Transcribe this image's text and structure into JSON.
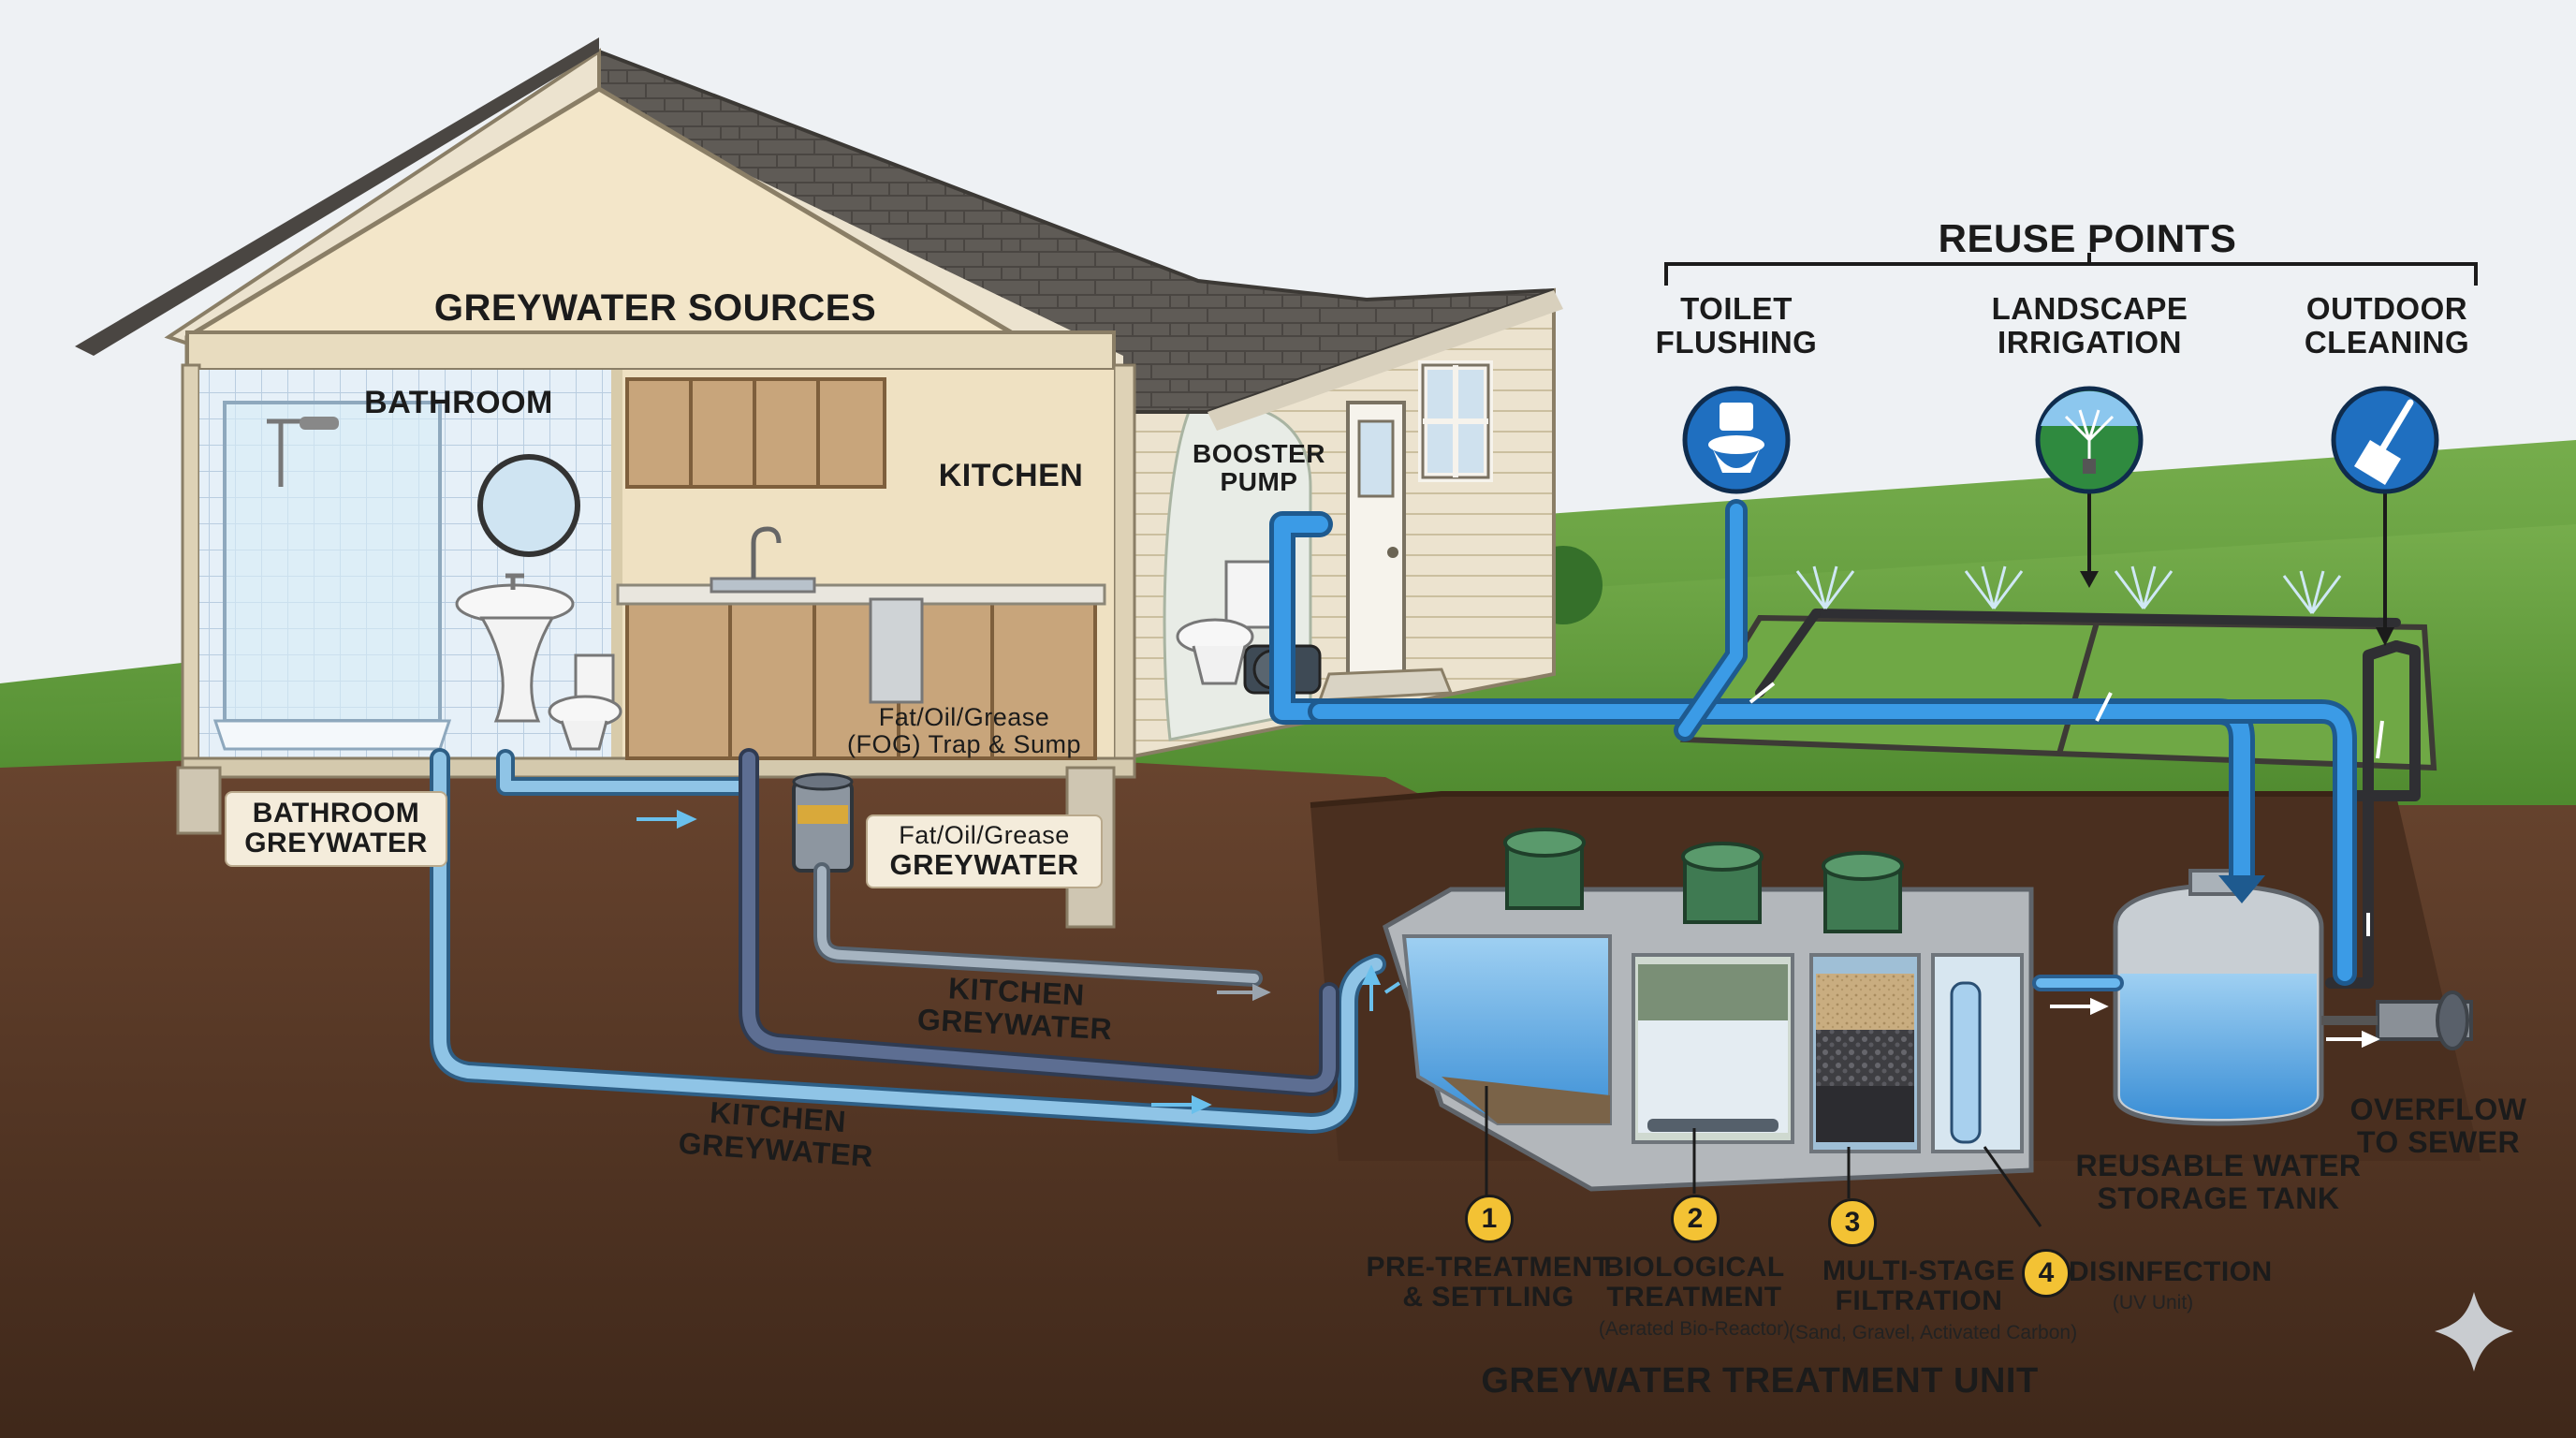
{
  "sources": {
    "heading": "GREYWATER SOURCES",
    "bathroom": "BATHROOM",
    "kitchen": "KITCHEN"
  },
  "booster_pump": "BOOSTER\nPUMP",
  "fog_trap": "Fat/Oil/Grease\n(FOG) Trap & Sump",
  "flows": {
    "bathroom_greywater": "BATHROOM\nGREYWATER",
    "fog_greywater_line1": "Fat/Oil/Grease",
    "fog_greywater_line2": "GREYWATER",
    "kitchen_greywater_upper": "KITCHEN\nGREYWATER",
    "kitchen_greywater_lower": "KITCHEN\nGREYWATER"
  },
  "reuse": {
    "heading": "REUSE POINTS",
    "points": [
      {
        "label": "TOILET\nFLUSHING",
        "icon": "toilet-icon",
        "color": "#1f6fc0"
      },
      {
        "label": "LANDSCAPE\nIRRIGATION",
        "icon": "sprinkler-icon",
        "color": "#2f8a3f"
      },
      {
        "label": "OUTDOOR\nCLEANING",
        "icon": "broom-icon",
        "color": "#1f6fc0"
      }
    ]
  },
  "treatment": {
    "title": "GREYWATER TREATMENT UNIT",
    "stages": [
      {
        "num": "1",
        "label": "PRE-TREATMENT\n& SETTLING",
        "detail": ""
      },
      {
        "num": "2",
        "label": "BIOLOGICAL\nTREATMENT",
        "detail": "(Aerated Bio-Reactor)"
      },
      {
        "num": "3",
        "label": "MULTI-STAGE\nFILTRATION",
        "detail": "(Sand, Gravel, Activated Carbon)"
      },
      {
        "num": "4",
        "label": "DISINFECTION",
        "detail": "(UV Unit)"
      }
    ]
  },
  "storage_tank": "REUSABLE WATER\nSTORAGE TANK",
  "overflow": "OVERFLOW\nTO SEWER",
  "colors": {
    "clean_water": "#3b9be6",
    "greywater_pipe": "#8fb4cf",
    "roof": "#5e5a55",
    "grass": "#5e9a3a",
    "soil": "#5a3a25",
    "stage_badge": "#f3c234"
  },
  "watermark_icon": "sparkle-icon"
}
